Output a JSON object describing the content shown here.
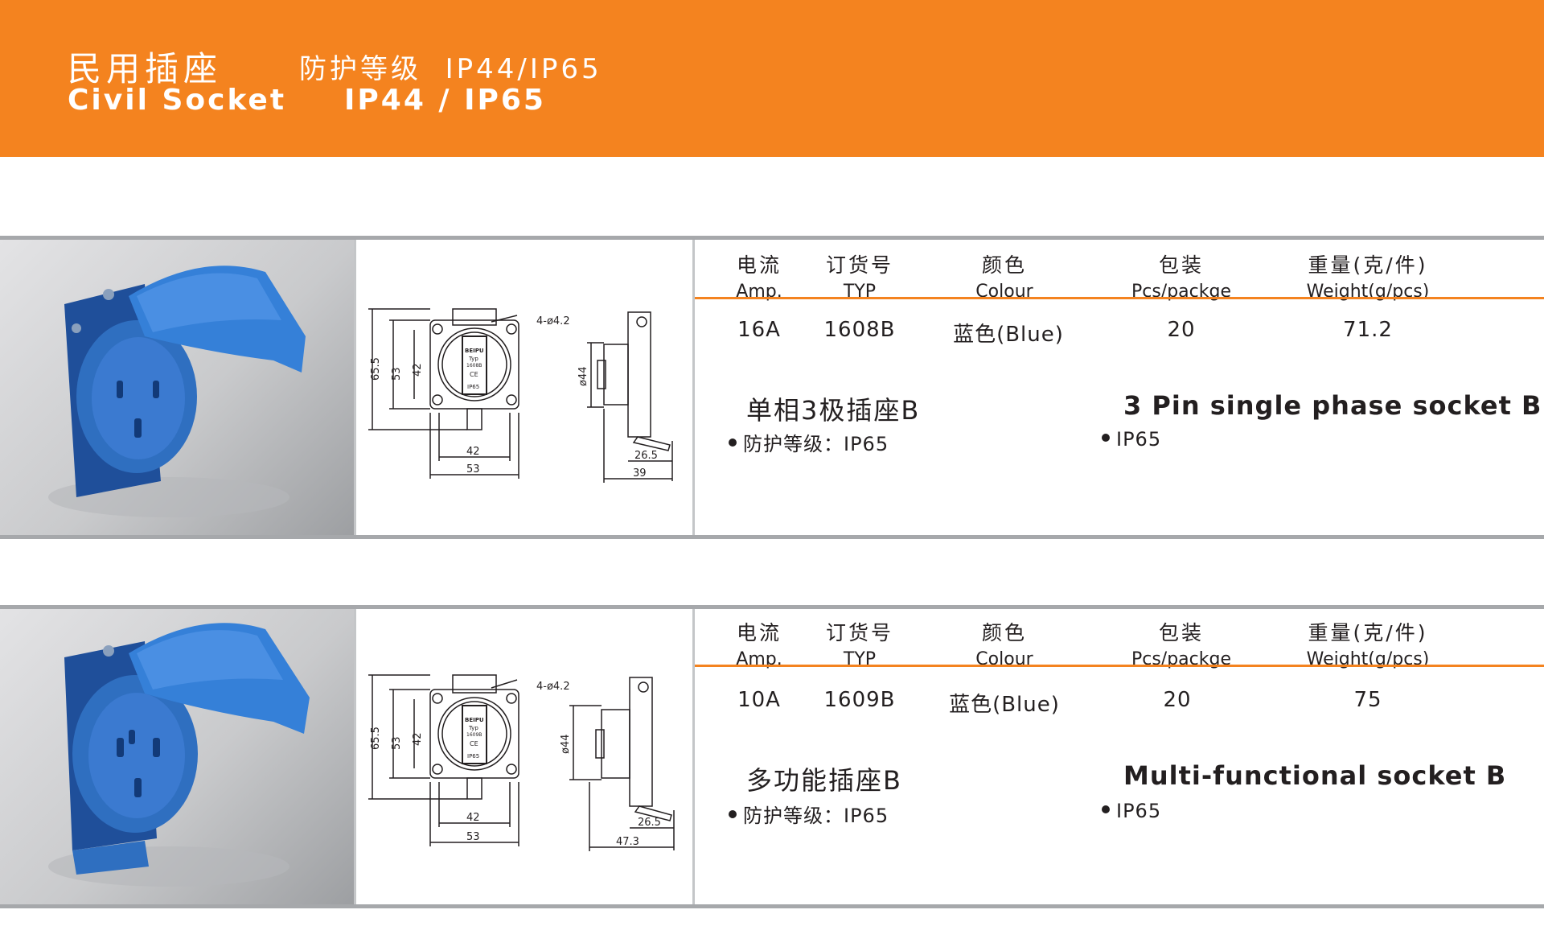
{
  "header": {
    "title_zh": "民用插座",
    "rating_zh": "防护等级",
    "rating_zh_value": "IP44/IP65",
    "title_en": "Civil Socket",
    "rating_en": "IP44 / IP65"
  },
  "columns": [
    {
      "zh": "电流",
      "en": "Amp."
    },
    {
      "zh": "订货号",
      "en": "TYP"
    },
    {
      "zh": "颜色",
      "en": "Colour"
    },
    {
      "zh": "包装",
      "en": "Pcs/packge"
    },
    {
      "zh": "重量(克/件)",
      "en": "Weight(g/pcs)"
    }
  ],
  "products": [
    {
      "values": [
        "16A",
        "1608B",
        "蓝色(Blue)",
        "20",
        "71.2"
      ],
      "name_zh": "单相3极插座B",
      "name_en": "3 Pin single phase socket B",
      "protection_zh": "防护等级：IP65",
      "protection_en": "IP65",
      "drawing": {
        "hole": "4-ø4.2",
        "h1": "65.5",
        "h2": "53",
        "h3": "42",
        "w1": "42",
        "w2": "53",
        "dia": "ø44",
        "d1": "26.5",
        "d2": "39",
        "label_brand": "BEIPU",
        "label_typ": "Typ",
        "label_no": "1608B",
        "label_ce": "CE",
        "label_ip": "IP65"
      }
    },
    {
      "values": [
        "10A",
        "1609B",
        "蓝色(Blue)",
        "20",
        "75"
      ],
      "name_zh": "多功能插座B",
      "name_en": "Multi-functional socket B",
      "protection_zh": "防护等级：IP65",
      "protection_en": "IP65",
      "drawing": {
        "hole": "4-ø4.2",
        "h1": "65.5",
        "h2": "53",
        "h3": "42",
        "w1": "42",
        "w2": "53",
        "dia": "ø44",
        "d1": "26.5",
        "d2": "47.3",
        "label_brand": "BEIPU",
        "label_typ": "Typ",
        "label_no": "1609B",
        "label_ce": "CE",
        "label_ip": "IP65"
      }
    }
  ],
  "colors": {
    "accent": "#f4831f",
    "rule": "#a6a8ab",
    "socket_blue": "#2f6fc0"
  }
}
